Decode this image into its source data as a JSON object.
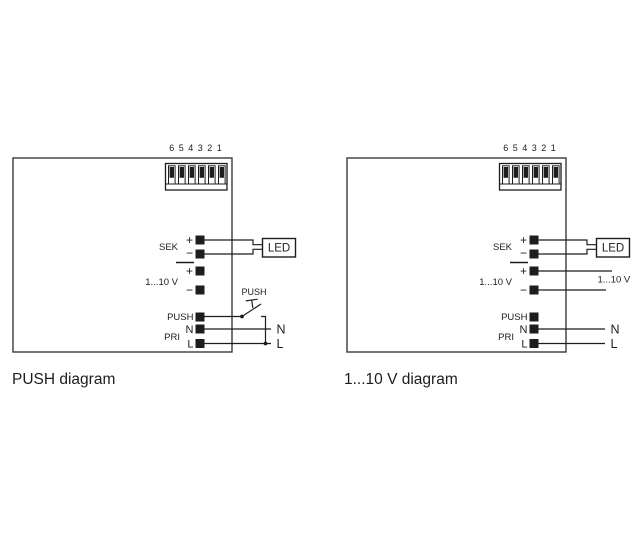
{
  "colors": {
    "background": "#ffffff",
    "line": "#1d1d1b"
  },
  "diagrams": [
    {
      "caption": "PUSH diagram",
      "dip_numbers": "6 5 4 3 2 1",
      "terminals": {
        "sek": "SEK",
        "dim": "1...10 V",
        "push": "PUSH",
        "pri": "PRI",
        "plus": "+",
        "minus": "−",
        "n": "N",
        "l": "L"
      },
      "led": "LED",
      "external": {
        "push_button": "PUSH",
        "n": "N",
        "l": "L"
      }
    },
    {
      "caption": "1...10 V diagram",
      "dip_numbers": "6 5 4 3 2 1",
      "terminals": {
        "sek": "SEK",
        "dim": "1...10 V",
        "push": "PUSH",
        "pri": "PRI",
        "plus": "+",
        "minus": "−",
        "n": "N",
        "l": "L"
      },
      "led": "LED",
      "external": {
        "dim": "1...10 V",
        "n": "N",
        "l": "L"
      }
    }
  ]
}
